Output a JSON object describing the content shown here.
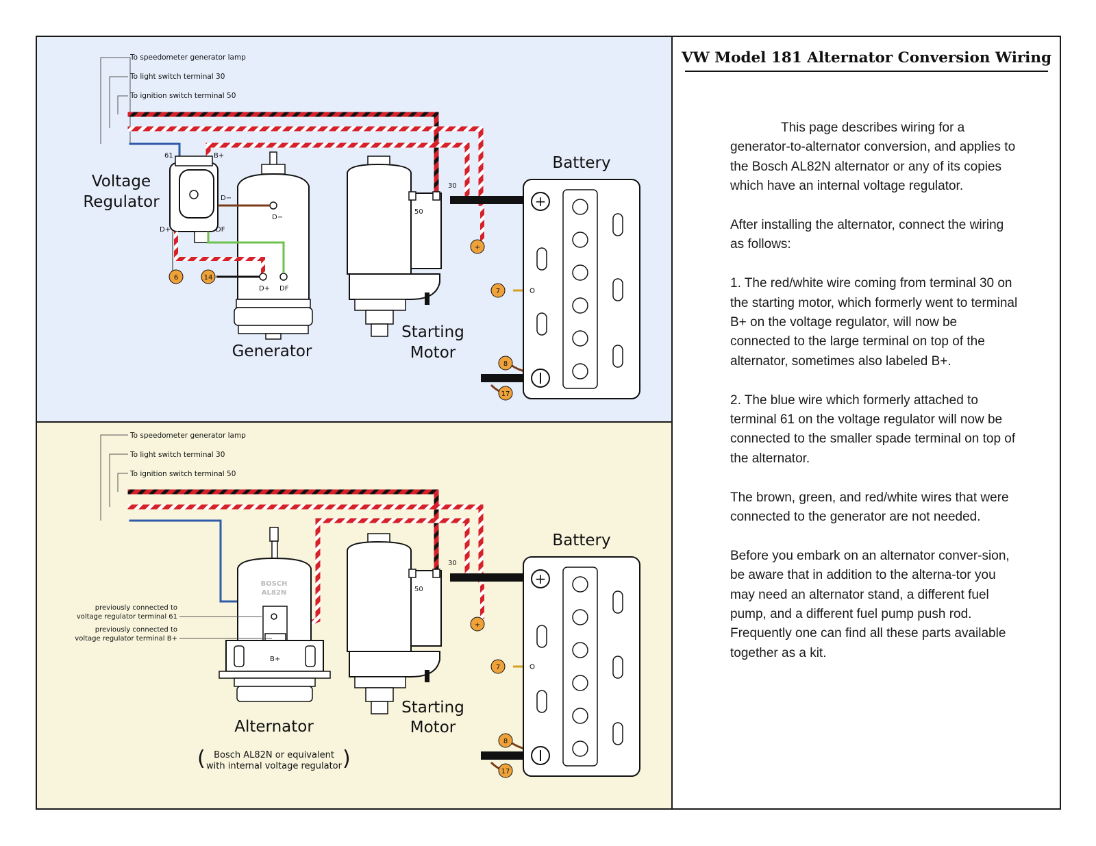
{
  "title": "VW Model 181 Alternator Conversion Wiring",
  "paragraphs": [
    "This page describes wiring for a generator-to-alternator conversion, and applies to the Bosch AL82N alternator or any of its copies which have an internal voltage regulator.",
    "After installing the alternator, connect the wiring as follows:",
    "1. The red/white wire coming from terminal 30 on the starting motor, which formerly went to terminal B+ on the voltage regulator, will now be connected to the large terminal on top of the alternator, sometimes also labeled B+.",
    "2. The blue wire which formerly attached to terminal 61 on the voltage regulator will now be connected to the smaller spade terminal on top of the alternator.",
    "The brown, green, and red/white wires that were connected to the generator are not needed.",
    "Before you embark on an alternator conver-sion, be aware that in addition to the alterna-tor you may need an alternator stand, a different fuel pump, and a different fuel pump push rod. Frequently one can find all these parts available together as a kit."
  ],
  "top": {
    "leader_speedo": "To speedometer generator lamp",
    "leader_light": "To light switch terminal 30",
    "leader_ignition": "To ignition switch terminal 50",
    "regulator_line1": "Voltage",
    "regulator_line2": "Regulator",
    "reg_t61": "61",
    "reg_tbplus": "B+",
    "reg_tdminus": "D−",
    "reg_tdplus": "D+",
    "reg_tdf": "DF",
    "gen_dminus": "D−",
    "gen_dplus": "D+",
    "gen_df": "DF",
    "generator": "Generator",
    "starter_line1": "Starting",
    "starter_line2": "Motor",
    "t30": "30",
    "t50": "50",
    "battery": "Battery",
    "badge_6": "6",
    "badge_14": "14",
    "badge_plus": "+",
    "badge_7": "7",
    "badge_8": "8",
    "badge_17": "17"
  },
  "bottom": {
    "leader_speedo": "To speedometer generator lamp",
    "leader_light": "To light switch terminal 30",
    "leader_ignition": "To ignition switch terminal 50",
    "alt_logo1": "BOSCH",
    "alt_logo2": "AL82N",
    "prev61_line1": "previously connected to",
    "prev61_line2": "voltage regulator terminal 61",
    "prevB_line1": "previously connected to",
    "prevB_line2": "voltage regulator terminal B+",
    "alt_bplus": "B+",
    "alternator": "Alternator",
    "alt_note1": "Bosch AL82N or equivalent",
    "alt_note2": "with internal voltage regulator",
    "starter_line1": "Starting",
    "starter_line2": "Motor",
    "t30": "30",
    "t50": "50",
    "battery": "Battery",
    "badge_plus": "+",
    "badge_7": "7",
    "badge_8": "8",
    "badge_17": "17"
  },
  "colors": {
    "top_bg": "#e6eefb",
    "bottom_bg": "#f8f5dc",
    "wire_red": "#d6202a",
    "wire_blue": "#2e5aa8",
    "wire_brown": "#7a3b17",
    "wire_green": "#6cc24a",
    "badge": "#f0a23a"
  }
}
